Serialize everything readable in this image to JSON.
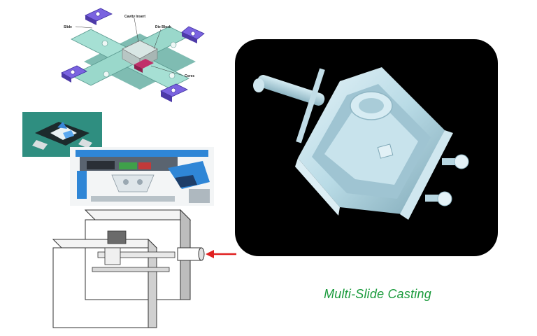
{
  "top_diagram": {
    "labels": {
      "slide": "Slide",
      "cavity_insert": "Cavity Insert",
      "die_block": "Die Block",
      "cores": "Cores"
    }
  },
  "caption": "Multi-Slide Casting",
  "colors": {
    "caption": "#1a9b3c",
    "slide_purple": "#6b55d6",
    "die_teal": "#8ed5c8",
    "core_magenta": "#c0306a",
    "arrow_red": "#e02020",
    "photo_background": "#000000",
    "casting_metal": "#b9dbe6"
  },
  "icons": {
    "injection_arrow": "arrow-left-icon"
  }
}
